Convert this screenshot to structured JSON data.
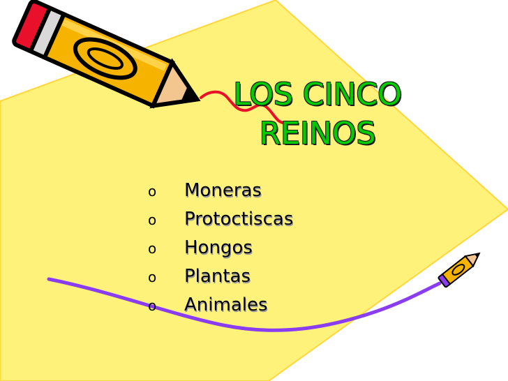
{
  "slide": {
    "title_lines": [
      "LOS CINCO",
      "REINOS"
    ],
    "items": [
      "Moneras",
      "Protoctiscas",
      "Hongos",
      "Plantas",
      "Animales"
    ],
    "bullet": "o"
  },
  "colors": {
    "paper": "#fff27a",
    "title": "#00cc00",
    "squiggle": "#e8102a",
    "purple_line": "#8a3cf0",
    "pencil_body": "#f6b400",
    "pencil_eraser": "#e8102a"
  },
  "icons": [
    "pencil-icon",
    "small-pencil-icon"
  ]
}
